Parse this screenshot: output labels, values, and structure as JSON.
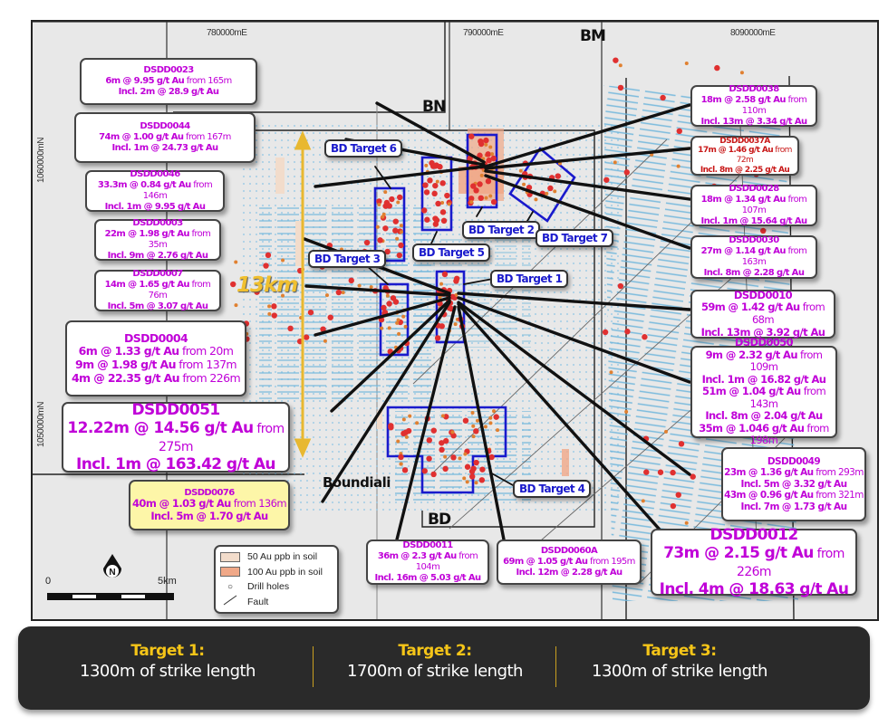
{
  "map": {
    "grid_labels": {
      "easting": [
        "780000mE",
        "790000mE",
        "8090000mE"
      ],
      "northing": [
        "1060000mN",
        "1050000mN"
      ]
    },
    "permits": [
      "BN",
      "BM",
      "BD"
    ],
    "place": "Boundiali",
    "span_label": "13km",
    "targets": [
      "BD Target 1",
      "BD Target 2",
      "BD Target 3",
      "BD Target 4",
      "BD Target 5",
      "BD Target 6",
      "BD Target 7"
    ],
    "colors": {
      "hole_pink": "#c000d8",
      "hole_red": "#c81818",
      "target_blue": "#1a1acc",
      "drill_red": "#e03030",
      "drill_orange": "#e08030",
      "survey_blue": "#6fb6dc",
      "soil_50": "#f2dccb",
      "soil_100": "#f0a888",
      "arrow_gold": "#e8b830"
    }
  },
  "holes": {
    "DSDD0023": {
      "id": "DSDD0023",
      "l1a": "6m @ 9.95 g/t Au",
      "l1b": " from 165m",
      "l2": "Incl. 2m @ 28.9 g/t Au"
    },
    "DSDD0044": {
      "id": "DSDD0044",
      "l1a": "74m @ 1.00 g/t Au",
      "l1b": " from 167m",
      "l2": "Incl. 1m @ 24.73 g/t Au"
    },
    "DSDD0046": {
      "id": "DSDD0046",
      "l1a": "33.3m @ 0.84 g/t Au",
      "l1b": " from 146m",
      "l2": "Incl. 1m @ 9.95 g/t Au"
    },
    "DSDD0003": {
      "id": "DSDD0003",
      "l1a": "22m @ 1.98 g/t Au",
      "l1b": " from 35m",
      "l2": "Incl. 9m @ 2.76 g/t Au"
    },
    "DSDD0007": {
      "id": "DSDD0007",
      "l1a": "14m @ 1.65 g/t Au",
      "l1b": " from 76m",
      "l2": "Incl. 5m @ 3.07 g/t Au"
    },
    "DSDD0004": {
      "id": "DSDD0004",
      "l1a": "6m @ 1.33 g/t Au",
      "l1b": " from 20m",
      "l2a": "9m @ 1.98 g/t Au",
      "l2b": " from 137m",
      "l3a": "4m @ 22.35 g/t Au",
      "l3b": " from 226m"
    },
    "DSDD0051": {
      "id": "DSDD0051",
      "l1a": "12.22m @ 14.56 g/t Au",
      "l1b": " from 275m",
      "l2": "Incl. 1m @ 163.42 g/t Au"
    },
    "DSDD0076": {
      "id": "DSDD0076",
      "l1a": "40m @ 1.03 g/t Au",
      "l1b": " from 136m",
      "l2": "Incl. 5m @ 1.70 g/t Au"
    },
    "DSDD0038": {
      "id": "DSDD0038",
      "l1a": "18m @ 2.58 g/t Au",
      "l1b": " from 110m",
      "l2": "Incl. 13m @ 3.34 g/t Au"
    },
    "DSDD0037A": {
      "id": "DSDD0037A",
      "l1a": "17m @ 1.46 g/t Au",
      "l1b": " from 72m",
      "l2": "Incl. 8m @ 2.25 g/t Au"
    },
    "DSDD0028": {
      "id": "DSDD0028",
      "l1a": "18m @ 1.34 g/t Au",
      "l1b": " from 107m",
      "l2": "Incl. 1m @ 15.64 g/t Au"
    },
    "DSDD0030": {
      "id": "DSDD0030",
      "l1a": "27m @ 1.14 g/t Au",
      "l1b": " from 163m",
      "l2": "Incl. 8m @ 2.28 g/t Au"
    },
    "DSDD0010": {
      "id": "DSDD0010",
      "l1a": "59m @ 1.42 g/t Au",
      "l1b": " from 68m",
      "l2": "Incl. 13m @ 3.92 g/t Au"
    },
    "DSDD0050": {
      "id": "DSDD0050",
      "l1a": "9m @ 2.32 g/t Au",
      "l1b": " from 109m",
      "l2": "Incl. 1m @ 16.82 g/t Au",
      "l3a": "51m @ 1.04 g/t Au",
      "l3b": " from 143m",
      "l4": "Incl. 8m @ 2.04 g/t Au",
      "l5a": "35m @ 1.046 g/t Au",
      "l5b": " from 198m"
    },
    "DSDD0049": {
      "id": "DSDD0049",
      "l1a": "23m @ 1.36 g/t Au",
      "l1b": " from 293m",
      "l2": "Incl. 5m @ 3.32 g/t Au",
      "l3a": "43m @ 0.96 g/t Au",
      "l3b": " from 321m",
      "l4": "Incl. 7m @ 1.73 g/t Au"
    },
    "DSDD0012": {
      "id": "DSDD0012",
      "l1a": "73m @ 2.15 g/t Au",
      "l1b": " from 226m",
      "l2": "Incl. 4m @ 18.63 g/t Au"
    },
    "DSDD0011": {
      "id": "DSDD0011",
      "l1a": "36m @ 2.3 g/t Au",
      "l1b": " from 104m",
      "l2": "Incl. 16m @ 5.03 g/t Au"
    },
    "DSDD0060A": {
      "id": "DSDD0060A",
      "l1a": "69m @ 1.05 g/t Au",
      "l1b": " from 195m",
      "l2": "Incl. 12m @ 2.28 g/t Au"
    }
  },
  "legend": {
    "items": [
      {
        "label": "50 Au ppb in soil",
        "symbol": "swatch-light"
      },
      {
        "label": "100 Au ppb in soil",
        "symbol": "swatch-dark"
      },
      {
        "label": "Drill holes",
        "symbol": "circle"
      },
      {
        "label": "Fault",
        "symbol": "line"
      }
    ]
  },
  "scale": {
    "start": "0",
    "end": "5km",
    "north": "N"
  },
  "summary": [
    {
      "title": "Target 1:",
      "value": "1300m of strike length"
    },
    {
      "title": "Target 2:",
      "value": "1700m of strike length"
    },
    {
      "title": "Target 3:",
      "value": "1300m of strike length"
    }
  ]
}
